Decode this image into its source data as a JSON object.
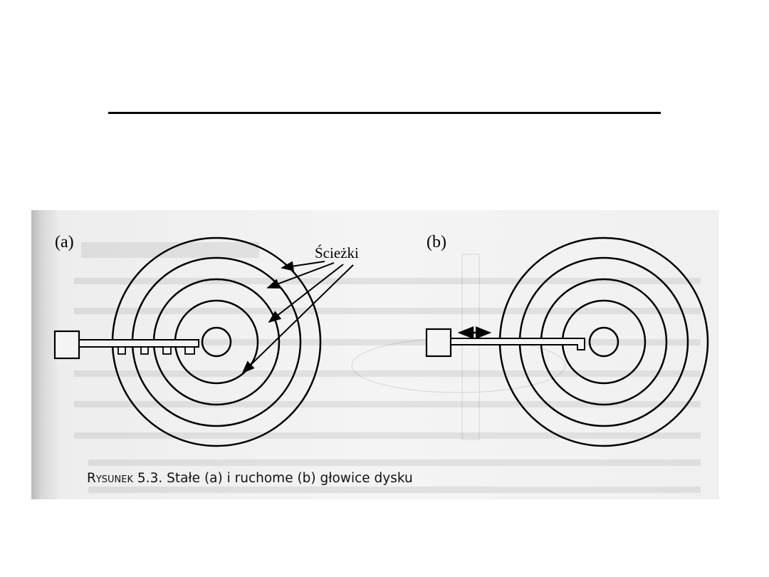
{
  "figure": {
    "label_a": "(a)",
    "label_b": "(b)",
    "tracks_label": "Ścieżki",
    "caption_prefix": "Rysunek",
    "caption_rest": " 5.3. Stałe (a) i ruchome (b) głowice dysku"
  },
  "colors": {
    "ink": "#000000",
    "paper": "#f2f2f2"
  }
}
